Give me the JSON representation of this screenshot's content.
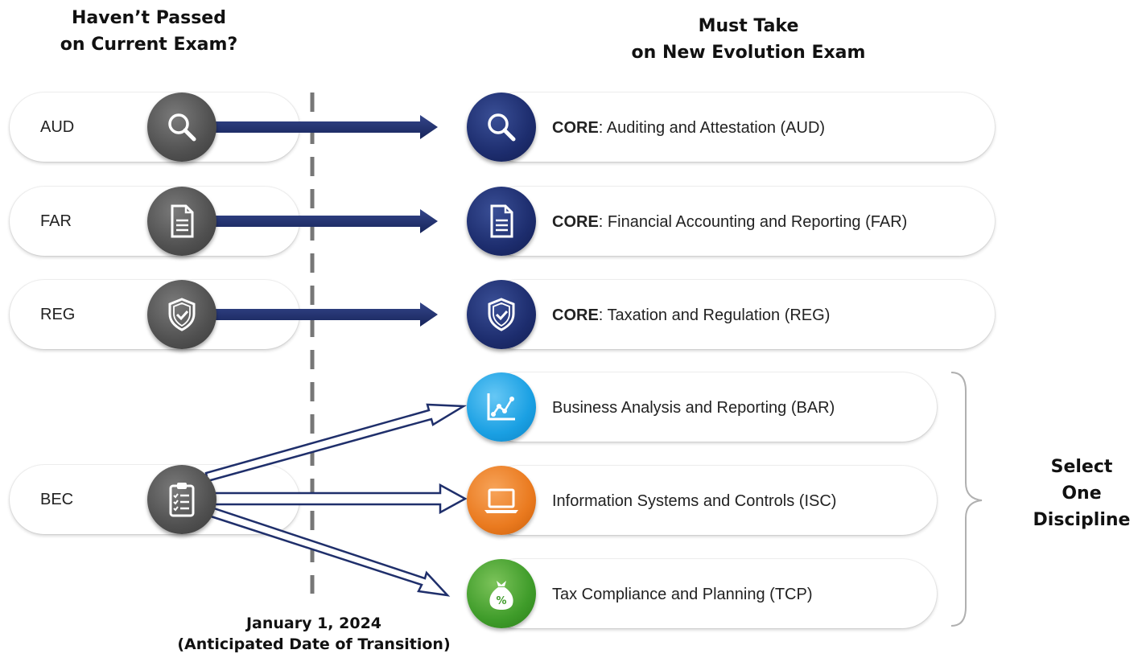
{
  "headings": {
    "left": [
      "Haven’t Passed",
      "on Current Exam?"
    ],
    "right": [
      "Must Take",
      "on New Evolution Exam"
    ]
  },
  "current_exams": [
    {
      "label": "AUD",
      "icon": "magnifier-icon"
    },
    {
      "label": "FAR",
      "icon": "document-icon"
    },
    {
      "label": "REG",
      "icon": "shield-check-icon"
    },
    {
      "label": "BEC",
      "icon": "clipboard-checklist-icon"
    }
  ],
  "core_sections": [
    {
      "prefix": "CORE",
      "text": ": Auditing and Attestation (AUD)",
      "icon": "magnifier-icon",
      "color": "#1d2d6e"
    },
    {
      "prefix": "CORE",
      "text": ": Financial Accounting and Reporting (FAR)",
      "icon": "document-icon",
      "color": "#1d2d6e"
    },
    {
      "prefix": "CORE",
      "text": ": Taxation and Regulation (REG)",
      "icon": "shield-check-icon",
      "color": "#1d2d6e"
    }
  ],
  "disciplines": [
    {
      "text": "Business Analysis and Reporting (BAR)",
      "icon": "line-chart-icon",
      "color": "#1aa0e3"
    },
    {
      "text": "Information Systems and Controls (ISC)",
      "icon": "laptop-icon",
      "color": "#ea7a1f"
    },
    {
      "text": "Tax Compliance and Planning (TCP)",
      "icon": "money-bag-percent-icon",
      "color": "#3f9c2a"
    }
  ],
  "money_bag_symbol": "%",
  "select_text": [
    "Select",
    "One",
    "Discipline"
  ],
  "transition_caption": [
    "January 1, 2024",
    "(Anticipated Date of Transition)"
  ],
  "colors": {
    "arrow": "#1f2f6b",
    "dashed_line": "#777777",
    "bracket": "#b0b0b0"
  }
}
